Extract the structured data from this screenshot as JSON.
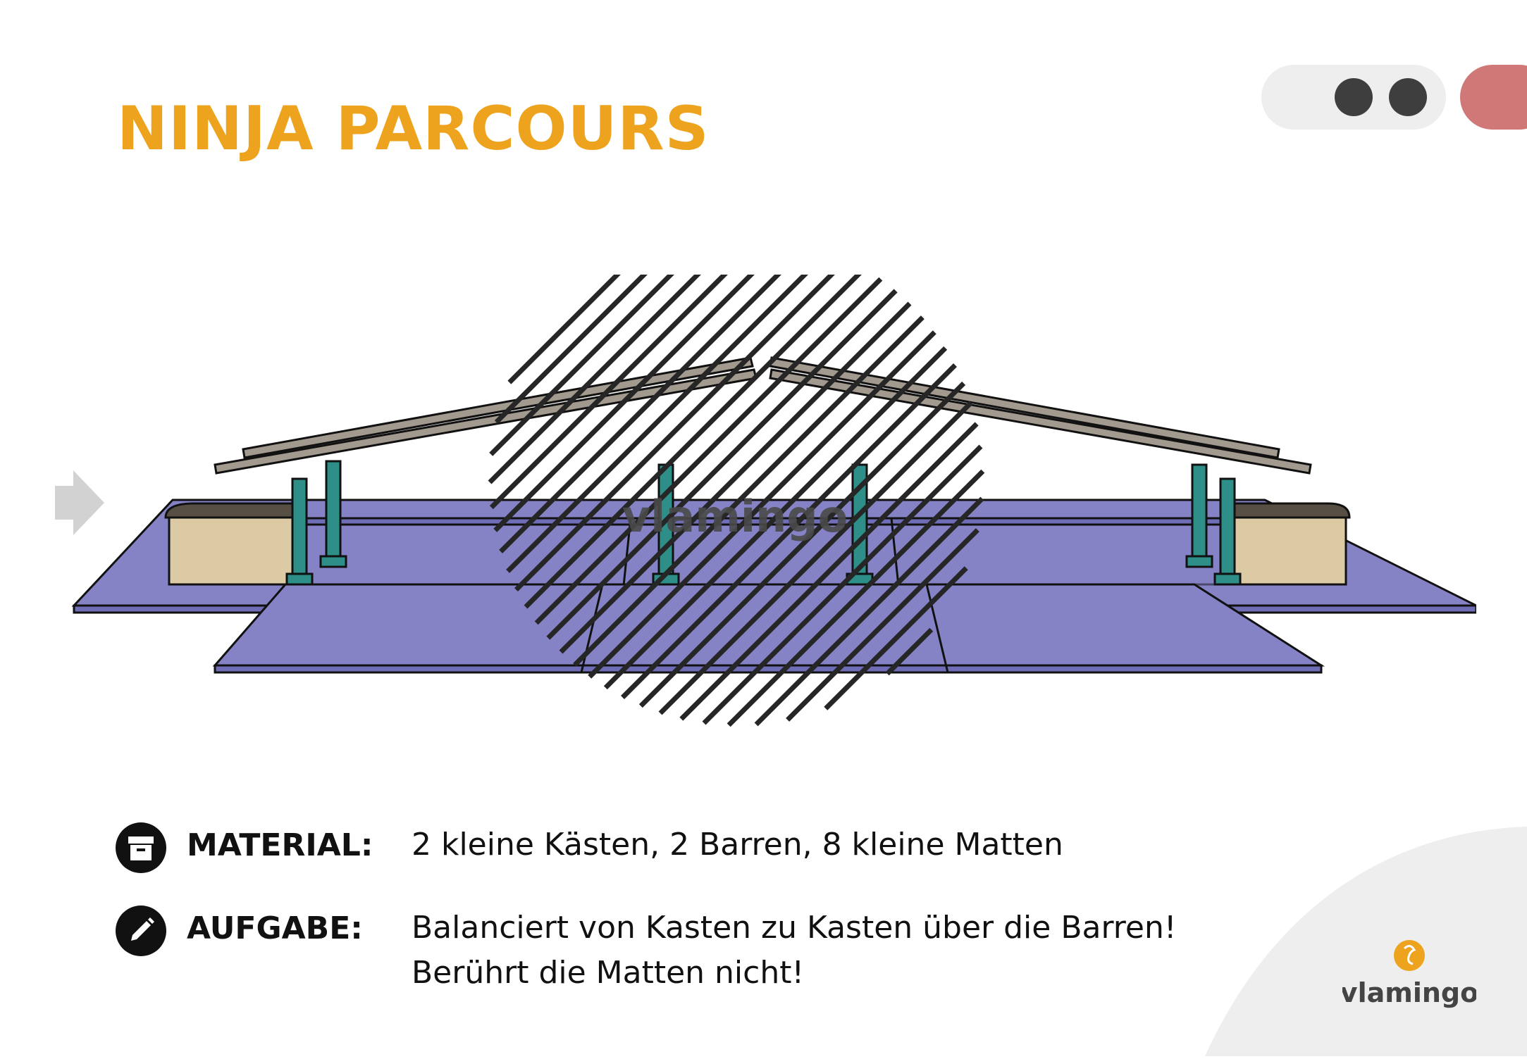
{
  "page": {
    "title": "NINJA PARCOURS",
    "title_color": "#eea31f",
    "accent_red": "#d07877",
    "dot_color": "#3e3e3e",
    "pill_bg": "#eeeeee"
  },
  "navigation": {
    "next_icon": "arrow-right-icon"
  },
  "illustration": {
    "watermark_text": "vlamingo",
    "mat_color": "#8583c6",
    "bar_color": "#a39a8f",
    "post_color": "#2e8f89",
    "box_color": "#dccaa5",
    "box_top_color": "#574e44"
  },
  "info": {
    "material": {
      "icon": "archive-box-icon",
      "label": "MATERIAL:",
      "value": "2 kleine Kästen, 2 Barren, 8 kleine Matten"
    },
    "task": {
      "icon": "pencil-icon",
      "label": "AUFGABE:",
      "value": "Balanciert von Kasten zu Kasten über die Barren! Berührt die Matten nicht!"
    }
  },
  "brand": {
    "logo_text": "vlamingo",
    "logo_color": "#eea31f"
  }
}
